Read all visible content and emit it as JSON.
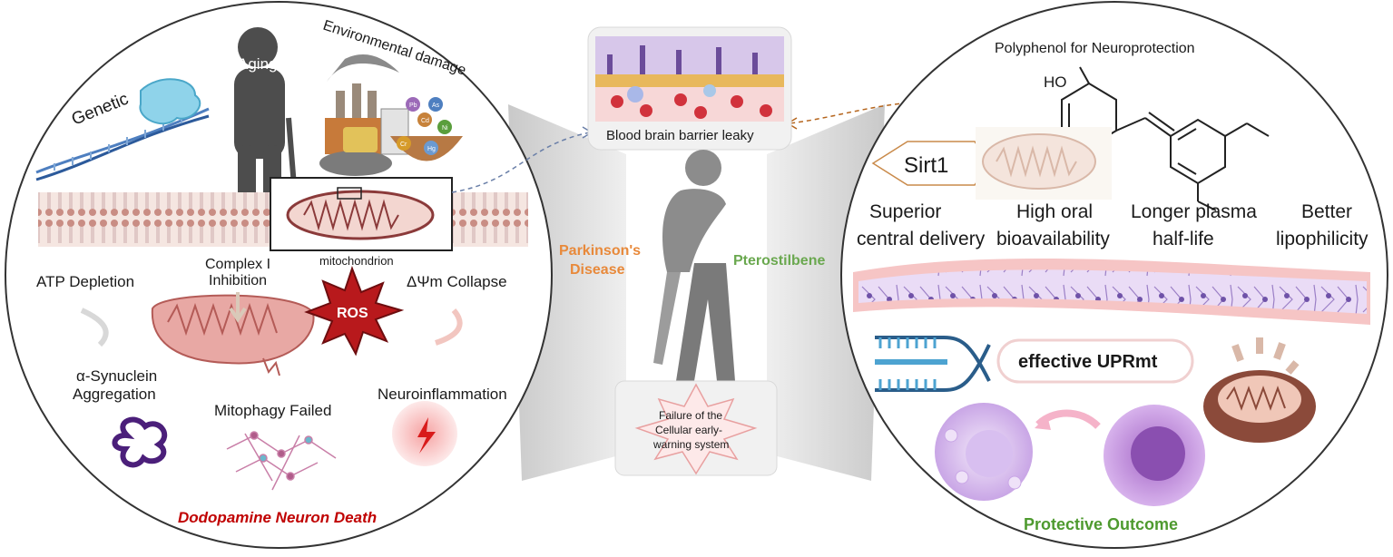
{
  "left_panel": {
    "genetic": "Genetic",
    "aging": "Aging",
    "environmental": "Environmental damage",
    "mitochondrion": "mitochondrion",
    "complex_i_line1": "Complex I",
    "complex_i_line2": "Inhibition",
    "atp": "ATP Depletion",
    "dpsi": "ΔΨm Collapse",
    "ros": "ROS",
    "synuclein_line1": "α-Synuclein",
    "synuclein_line2": "Aggregation",
    "mitophagy": "Mitophagy Failed",
    "neuroinflammation": "Neuroinflammation",
    "neuron_death": "Dodopamine Neuron Death",
    "metal_labels": [
      "Pb",
      "As",
      "Cd",
      "Ni",
      "Cr",
      "Hg"
    ]
  },
  "center_panel": {
    "bbb": "Blood brain barrier leaky",
    "pd_line1": "Parkinson's",
    "pd_line2": "Disease",
    "pterostilbene": "Pterostilbene",
    "warning_line1": "Failure of the",
    "warning_line2": "Cellular early-",
    "warning_line3": "warning system"
  },
  "right_panel": {
    "title": "Polyphenol for Neuroprotection",
    "ho": "HO",
    "sirt1": "Sirt1",
    "benefits": [
      {
        "line1": "Superior",
        "line2": "central delivery"
      },
      {
        "line1": "High oral",
        "line2": "bioavailability"
      },
      {
        "line1": "Longer plasma",
        "line2": "half-life"
      },
      {
        "line1": "Better",
        "line2": "lipophilicity"
      }
    ],
    "uprmt": "effective UPRmt",
    "protective": "Protective Outcome"
  },
  "colors": {
    "pd_orange": "#e8893a",
    "pterostilbene_green": "#6aa84f",
    "death_red": "#c00000",
    "protective_green": "#4e9a2f",
    "ros_red": "#b8191c",
    "dash_blue": "#6a7fa8",
    "dash_brown": "#b5651d"
  }
}
